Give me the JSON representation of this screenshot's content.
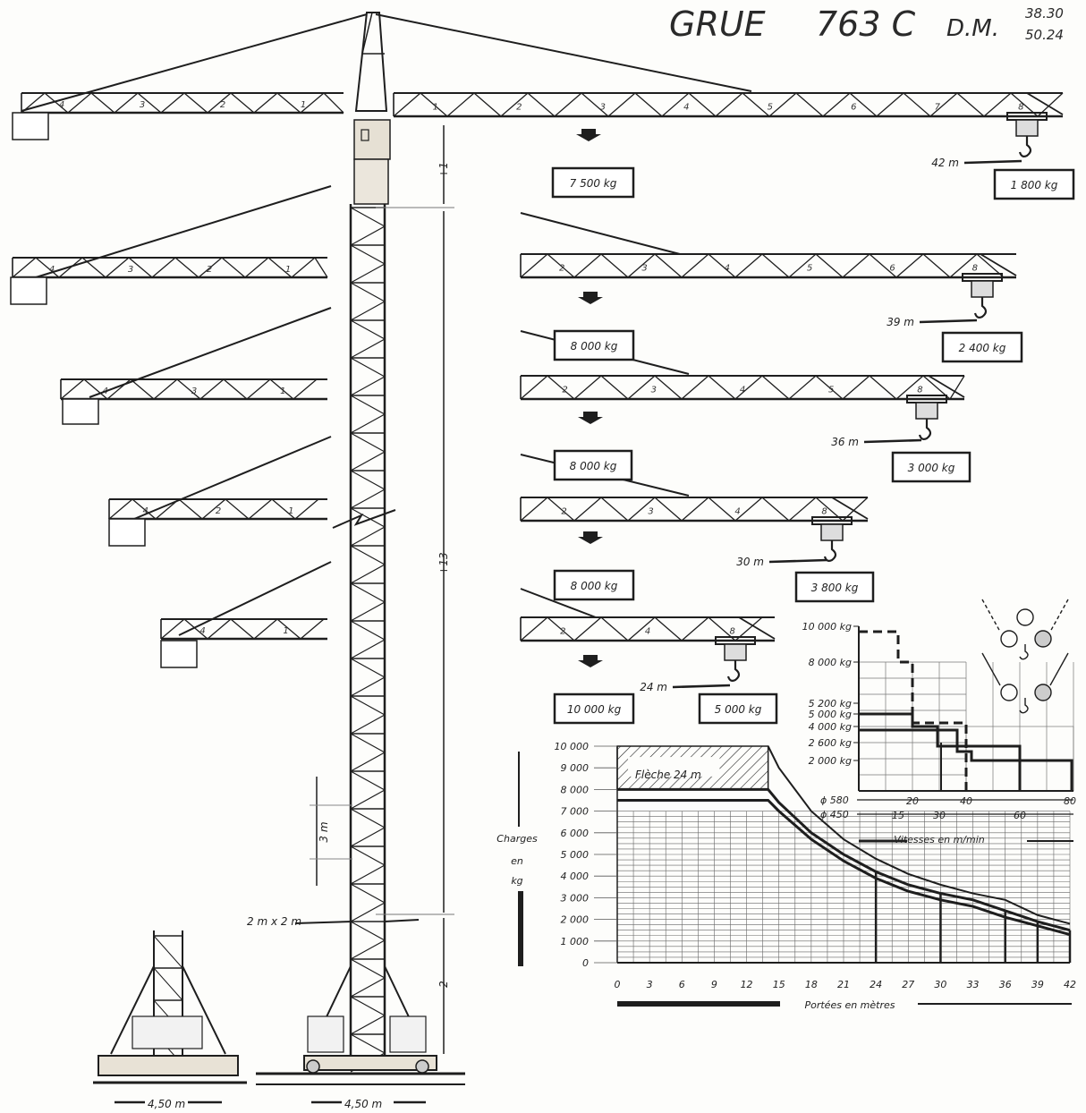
{
  "header": {
    "title": "GRUE",
    "model": "763 C",
    "suffix": "D.M.",
    "spec_top": "38.30",
    "spec_bottom": "50.24"
  },
  "booms": [
    {
      "reach_label": "42 m",
      "tip_load": "1 800 kg",
      "counter_load": "7 500 kg",
      "segments": [
        "1",
        "2",
        "3",
        "4",
        "5",
        "6",
        "7",
        "8"
      ]
    },
    {
      "reach_label": "39 m",
      "tip_load": "2 400 kg",
      "counter_load": "8 000 kg",
      "segments": [
        "2",
        "3",
        "4",
        "5",
        "6",
        "8"
      ]
    },
    {
      "reach_label": "36 m",
      "tip_load": "3 000 kg",
      "counter_load": "8 000 kg",
      "segments": [
        "2",
        "3",
        "4",
        "5",
        "8"
      ]
    },
    {
      "reach_label": "30 m",
      "tip_load": "3 800 kg",
      "counter_load": "8 000 kg",
      "segments": [
        "2",
        "3",
        "4",
        "8"
      ]
    },
    {
      "reach_label": "24 m",
      "tip_load": "5 000 kg",
      "counter_load": "10 000 kg",
      "segments": [
        "2",
        "4",
        "8"
      ]
    }
  ],
  "counter_jib_segments": [
    [
      "4",
      "3",
      "2",
      "1"
    ],
    [
      "4",
      "3",
      "2",
      "1"
    ],
    [
      "4",
      "3",
      "1"
    ],
    [
      "4",
      "2",
      "1"
    ],
    [
      "4",
      "1"
    ]
  ],
  "mast": {
    "top_dim": "+1",
    "mid_dim": "+13",
    "bottom_dim": "2",
    "section_dim": "3 m",
    "section_size": "2 m x 2 m",
    "base_width_1": "4,50 m",
    "base_width_2": "4,50 m"
  },
  "chart_data": {
    "type": "line",
    "title": "",
    "xlabel": "Portées en mètres",
    "ylabel_lines": [
      "Charges",
      "en",
      "kg"
    ],
    "x_ticks": [
      "0",
      "3",
      "6",
      "9",
      "12",
      "15",
      "18",
      "21",
      "24",
      "27",
      "30",
      "33",
      "36",
      "39",
      "42"
    ],
    "y_ticks": [
      "10 000",
      "9 000",
      "8 000",
      "7 000",
      "6 000",
      "5 000",
      "4 000",
      "3 000",
      "2 000",
      "1 000",
      "0"
    ],
    "xlim": [
      0,
      42
    ],
    "ylim": [
      0,
      10000
    ],
    "annotation": "Flèche 24 m",
    "series": [
      {
        "x": [
          0,
          14,
          15,
          18,
          21,
          24,
          27,
          30,
          33,
          36,
          39,
          42
        ],
        "y": [
          8000,
          8000,
          7400,
          6000,
          5000,
          4200,
          3600,
          3200,
          2900,
          2400,
          1900,
          1500
        ]
      },
      {
        "x": [
          0,
          14,
          15,
          18,
          21,
          24,
          27,
          30,
          33,
          36,
          39,
          42
        ],
        "y": [
          7500,
          7500,
          7000,
          5700,
          4700,
          3900,
          3300,
          2900,
          2600,
          2100,
          1700,
          1300
        ]
      }
    ],
    "drop_x": [
      24,
      30,
      36,
      39,
      42
    ]
  },
  "speed_chart": {
    "y_labels": [
      "10 000 kg",
      "8 000 kg",
      "5 200 kg",
      "5 000 kg",
      "4 000 kg",
      "2 600 kg",
      "2 000 kg"
    ],
    "row1_label": "ϕ 580",
    "row1_ticks": [
      "20",
      "40",
      "80"
    ],
    "row2_label": "ϕ 450",
    "row2_ticks": [
      "15",
      "30",
      "60"
    ],
    "xlabel": "Vitesses en m/min"
  }
}
